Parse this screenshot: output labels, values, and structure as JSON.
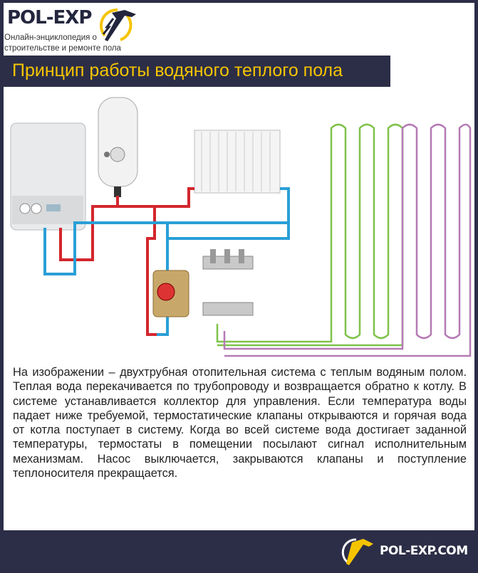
{
  "header": {
    "logo_title": "POL-EXP",
    "logo_subtitle_1": "Онлайн-энциклопедия о",
    "logo_subtitle_2": "строительстве и ремонте пола"
  },
  "title": "Принцип работы водяного теплого пола",
  "description": "На изображении – двухтрубная отопительная система с теплым водяным полом. Теплая вода перекачивается по трубопроводу и возвращается обратно к котлу. В системе устанавливается коллектор для управления. Если температура воды падает ниже требуемой, термостатические клапаны открываются и горячая вода от котла поступает в систему. Когда во всей системе вода достигает заданной температуры, термостаты в помещении посылают сигнал исполнительным механизмам. Насос выключается, закрываются клапаны и поступление теплоносителя прекращается.",
  "footer": {
    "site": "POL-EXP.COM"
  },
  "colors": {
    "accent": "#f5c400",
    "navy": "#2c2e47",
    "hot_pipe": "#d3262d",
    "cold_pipe": "#2a9fd6",
    "floor_green": "#7fc24a",
    "floor_purple": "#b57ab5"
  }
}
